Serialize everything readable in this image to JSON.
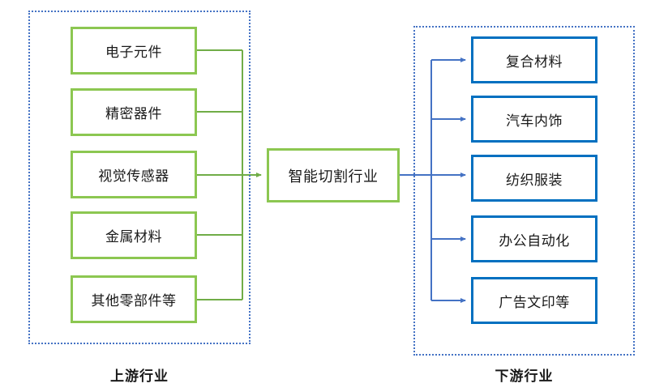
{
  "diagram": {
    "title_upstream": "上游行业",
    "title_downstream": "下游行业",
    "center_node": "智能切割行业",
    "colors": {
      "upstream_border": "#8CC751",
      "downstream_border": "#0070C0",
      "group_border": "#4472C4",
      "upstream_connector": "#70AD47",
      "downstream_connector": "#4472C4",
      "text": "#1a1a1a",
      "background": "#ffffff"
    },
    "upstream": {
      "caption": "上游行业",
      "nodes": [
        {
          "label": "电子元件"
        },
        {
          "label": "精密器件"
        },
        {
          "label": "视觉传感器"
        },
        {
          "label": "金属材料"
        },
        {
          "label": "其他零部件等"
        }
      ]
    },
    "downstream": {
      "caption": "下游行业",
      "nodes": [
        {
          "label": "复合材料"
        },
        {
          "label": "汽车内饰"
        },
        {
          "label": "纺织服装"
        },
        {
          "label": "办公自动化"
        },
        {
          "label": "广告文印等"
        }
      ]
    }
  }
}
